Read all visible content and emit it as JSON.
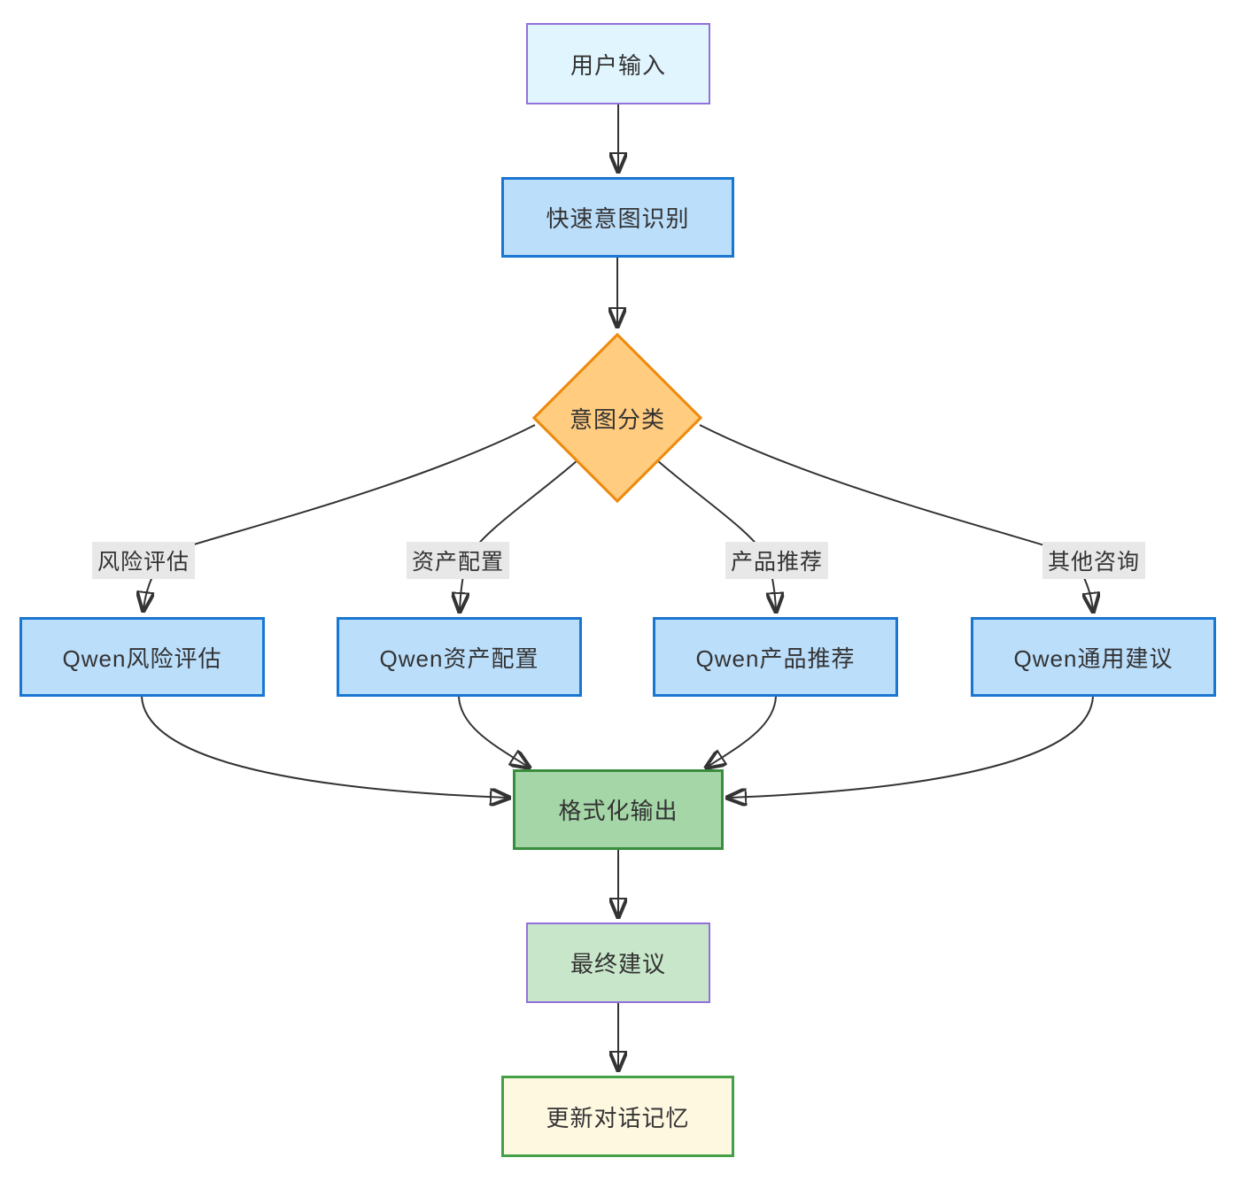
{
  "diagram": {
    "type": "flowchart",
    "direction": "top-down",
    "background": "#ffffff",
    "edge_color": "#333333",
    "edge_label_background": "#e8e8e8",
    "text_color": "#333333",
    "nodes": {
      "user_input": {
        "label": "用户输入",
        "shape": "rect",
        "fill": "#e1f5fe",
        "border": "#9370db"
      },
      "intent_recognition": {
        "label": "快速意图识别",
        "shape": "rect",
        "fill": "#bbdefb",
        "border": "#1976d2"
      },
      "intent_classification": {
        "label": "意图分类",
        "shape": "diamond",
        "fill": "#ffcc80",
        "border": "#ed8a0c"
      },
      "qwen_risk": {
        "label": "Qwen风险评估",
        "shape": "rect",
        "fill": "#bbdefb",
        "border": "#1976d2"
      },
      "qwen_asset": {
        "label": "Qwen资产配置",
        "shape": "rect",
        "fill": "#bbdefb",
        "border": "#1976d2"
      },
      "qwen_product": {
        "label": "Qwen产品推荐",
        "shape": "rect",
        "fill": "#bbdefb",
        "border": "#1976d2"
      },
      "qwen_general": {
        "label": "Qwen通用建议",
        "shape": "rect",
        "fill": "#bbdefb",
        "border": "#1976d2"
      },
      "format_output": {
        "label": "格式化输出",
        "shape": "rect",
        "fill": "#a5d6a7",
        "border": "#388e3c"
      },
      "final_advice": {
        "label": "最终建议",
        "shape": "rect",
        "fill": "#c8e6c9",
        "border": "#9370db"
      },
      "update_memory": {
        "label": "更新对话记忆",
        "shape": "rect",
        "fill": "#fff8e1",
        "border": "#43a047"
      }
    },
    "edge_labels": {
      "risk": "风险评估",
      "asset": "资产配置",
      "product": "产品推荐",
      "other": "其他咨询"
    },
    "edges": [
      {
        "from": "user_input",
        "to": "intent_recognition",
        "label": ""
      },
      {
        "from": "intent_recognition",
        "to": "intent_classification",
        "label": ""
      },
      {
        "from": "intent_classification",
        "to": "qwen_risk",
        "label": "风险评估"
      },
      {
        "from": "intent_classification",
        "to": "qwen_asset",
        "label": "资产配置"
      },
      {
        "from": "intent_classification",
        "to": "qwen_product",
        "label": "产品推荐"
      },
      {
        "from": "intent_classification",
        "to": "qwen_general",
        "label": "其他咨询"
      },
      {
        "from": "qwen_risk",
        "to": "format_output",
        "label": ""
      },
      {
        "from": "qwen_asset",
        "to": "format_output",
        "label": ""
      },
      {
        "from": "qwen_product",
        "to": "format_output",
        "label": ""
      },
      {
        "from": "qwen_general",
        "to": "format_output",
        "label": ""
      },
      {
        "from": "format_output",
        "to": "final_advice",
        "label": ""
      },
      {
        "from": "final_advice",
        "to": "update_memory",
        "label": ""
      }
    ]
  }
}
